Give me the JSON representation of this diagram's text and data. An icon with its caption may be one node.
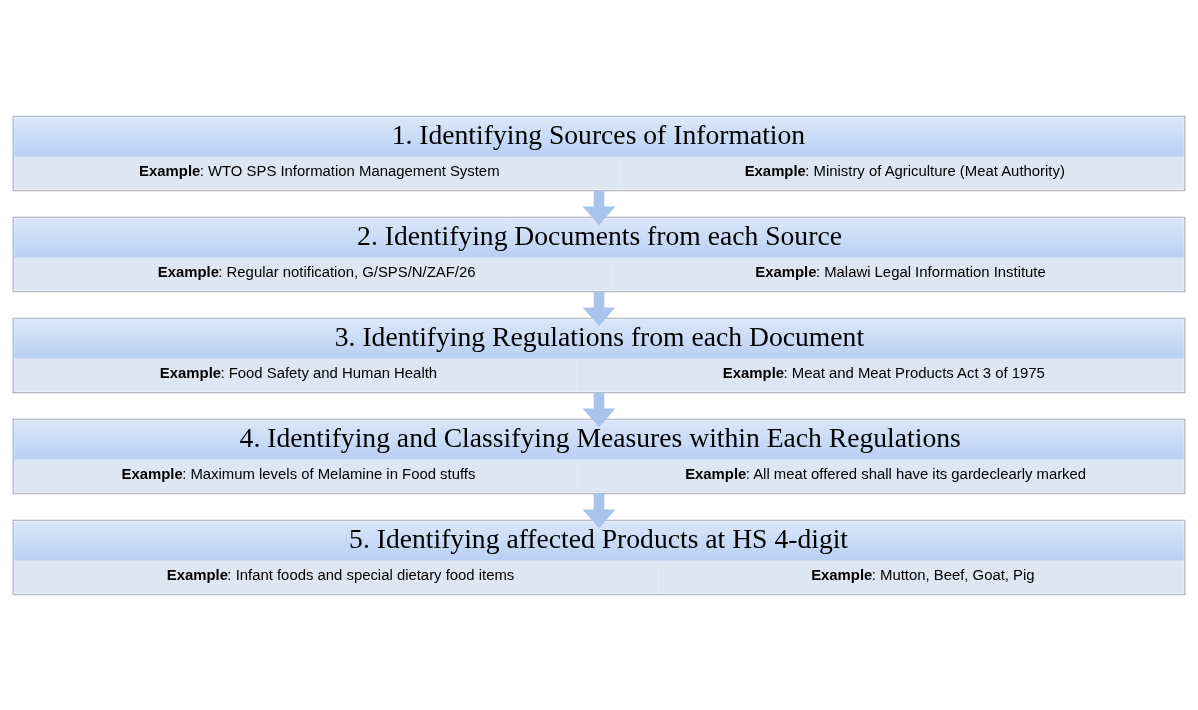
{
  "diagram": {
    "nodes": [
      {
        "text": [
          "1. Identifying Sources of Information",
          "**Example**: WTO SPS Information Management System",
          "**Example**: Ministry of Agriculture (Meat Authority)"
        ]
      },
      {
        "text": [
          "2. Identifying Documents from each Source",
          "**Example**: Regular notification, G/SPS/N/ZAF/26",
          "**Example**: Malawi Legal Information Institute"
        ]
      },
      {
        "text": [
          "3. Identifying Regulations from each Document",
          "**Example**: Food Safety and Human Health",
          "**Example**: Meat and Meat Products Act 3 of 1975"
        ]
      },
      {
        "text": [
          "4. Identifying and Classifying Measures within Each Regulations",
          "**Example**: Maximum levels of Melamine in Food stuffs",
          "**Example**: All meat offered shall have its gardeclearly marked"
        ]
      },
      {
        "text": [
          "5. Identifying affected Products at HS 4-digit",
          "**Example**: Infant foods and special dietary food items",
          "**Example**: Mutton, Beef, Goat, Pig"
        ]
      }
    ],
    "edges": [
      {
        "from": 0,
        "to": 1,
        "arrow": "to"
      },
      {
        "from": 1,
        "to": 2,
        "arrow": "to"
      },
      {
        "from": 2,
        "to": 3,
        "arrow": "to"
      },
      {
        "from": 3,
        "to": 4,
        "arrow": "to"
      }
    ]
  }
}
